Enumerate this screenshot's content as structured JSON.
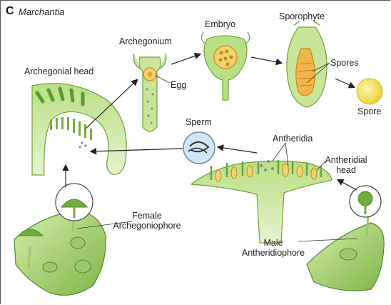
{
  "panel": {
    "letter": "C",
    "title": "Marchantia"
  },
  "labels": {
    "archegonial_head": "Archegonial head",
    "archegonium": "Archegonium",
    "egg": "Egg",
    "embryo": "Embryo",
    "sporophyte": "Sporophyte",
    "spores": "Spores",
    "spore": "Spore",
    "sperm": "Sperm",
    "antheridia": "Antheridia",
    "antheridial_head_line1": "Antheridial",
    "antheridial_head_line2": "head",
    "female_line1": "Female",
    "female_line2": "Archegoniophore",
    "male_line1": "Male",
    "male_line2": "Antheridiophore"
  },
  "colors": {
    "green_light": "#c9e59a",
    "green_mid": "#8cc152",
    "green_dark": "#4e8a2a",
    "yellow": "#f2d36b",
    "orange": "#e6a23c",
    "sperm_blue": "#cfe6f5"
  }
}
